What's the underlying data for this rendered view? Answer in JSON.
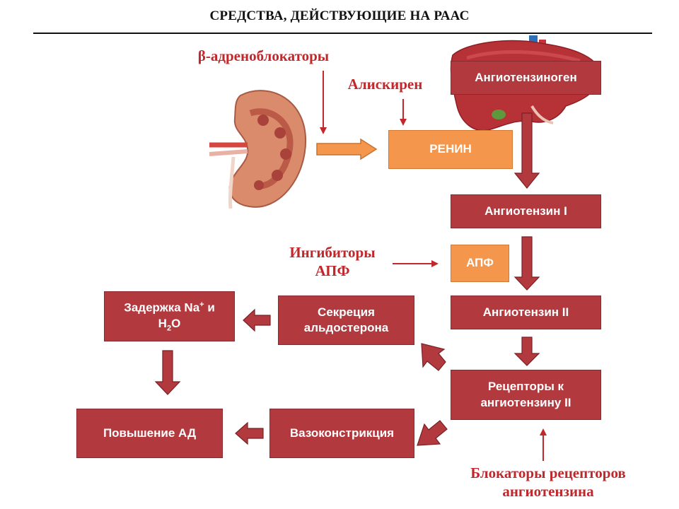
{
  "title": "СРЕДСТВА, ДЕЙСТВУЮЩИЕ НА РААС",
  "drugs": {
    "beta_blockers": "β-адреноблокаторы",
    "aliskiren": "Алискирен",
    "ace_inhibitors_line1": "Ингибиторы",
    "ace_inhibitors_line2": "АПФ",
    "arb_line1": "Блокаторы рецепторов",
    "arb_line2": "ангиотензина"
  },
  "boxes": {
    "angiotensinogen": "Ангиотензиноген",
    "renin": "РЕНИН",
    "angiotensin1": "Ангиотензин I",
    "ace": "АПФ",
    "angiotensin2": "Ангиотензин II",
    "aldosterone_line1": "Секреция",
    "aldosterone_line2": "альдостерона",
    "receptors_line1": "Рецепторы к",
    "receptors_line2": "ангиотензину II",
    "retention_pre": "Задержка Na",
    "retention_sup": "+",
    "retention_mid": " и",
    "retention_h": "H",
    "retention_sub": "2",
    "retention_o": "O",
    "vasoconstriction": "Вазоконстрикция",
    "bp_increase": "Повышение АД"
  },
  "icons": {
    "kidney": "kidney-illustration",
    "liver": "liver-illustration"
  },
  "colors": {
    "box": "#b23a3f",
    "renin_box": "#f4964b",
    "drug_text": "#c0282c",
    "flow_arrow": "#b23a3f"
  }
}
